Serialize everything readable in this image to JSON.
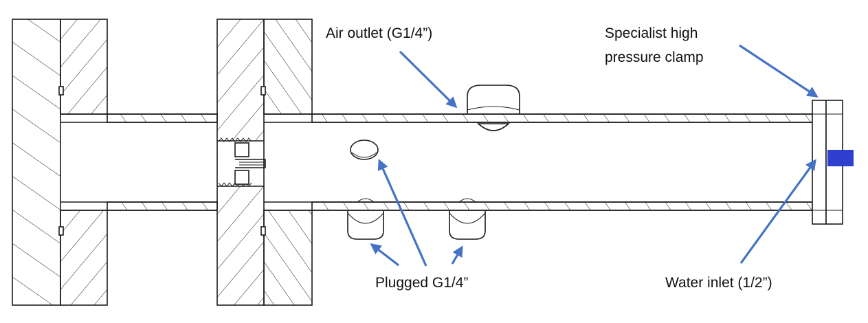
{
  "labels": {
    "air_outlet": "Air outlet (G1/4”)",
    "clamp_line1": "Specialist high",
    "clamp_line2": "pressure clamp",
    "plugged": "Plugged G1/4”",
    "water_inlet": "Water inlet (1/2”)"
  },
  "colors": {
    "arrow": "#4472C4",
    "inlet_block": "#2F3FD0",
    "line": "#1A1A1A"
  }
}
